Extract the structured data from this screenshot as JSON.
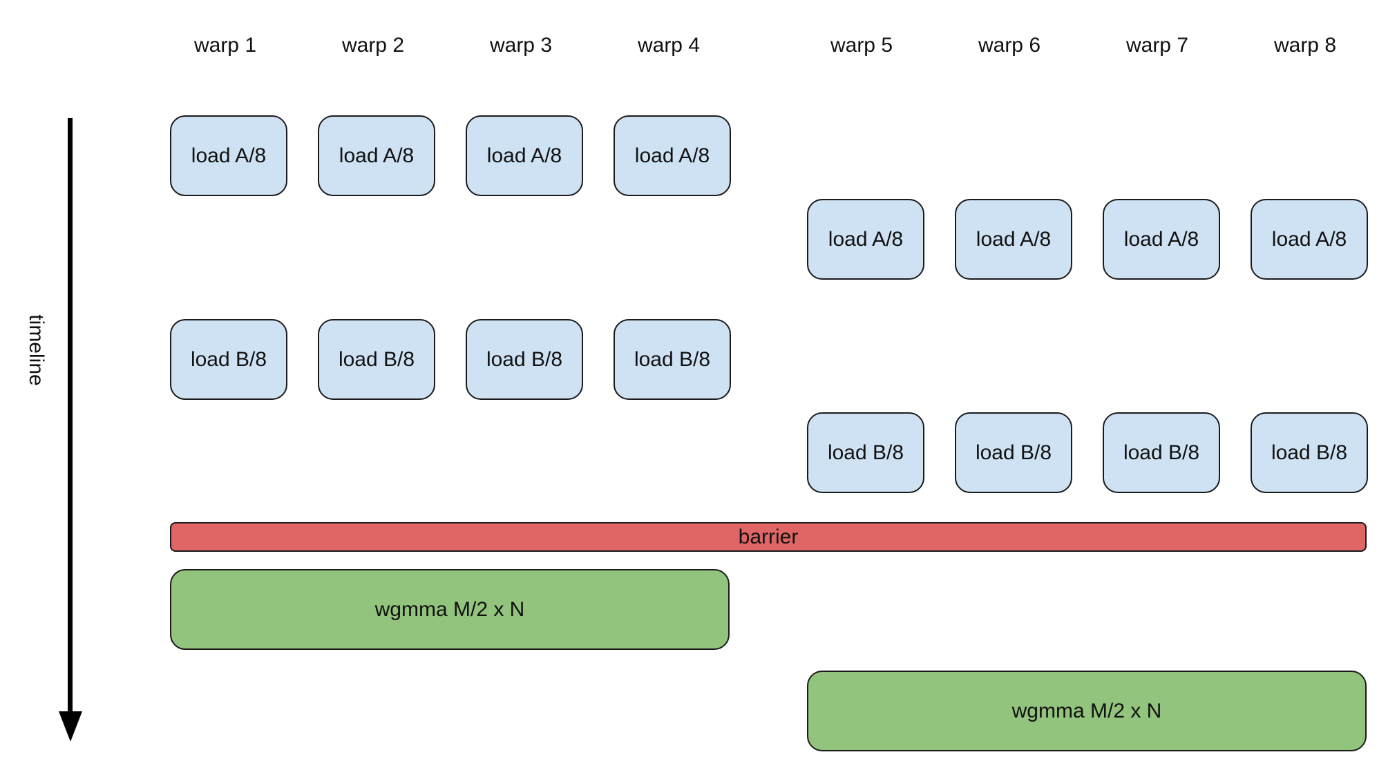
{
  "warps": [
    "warp 1",
    "warp 2",
    "warp 3",
    "warp 4",
    "warp 5",
    "warp 6",
    "warp 7",
    "warp 8"
  ],
  "load_a_label": "load A/8",
  "load_b_label": "load B/8",
  "barrier_label": "barrier",
  "wgmma_label": "wgmma M/2 x N",
  "timeline_label": "timeline",
  "colors": {
    "load": "#cfe2f3",
    "barrier": "#e06666",
    "wgmma": "#93c47d"
  }
}
